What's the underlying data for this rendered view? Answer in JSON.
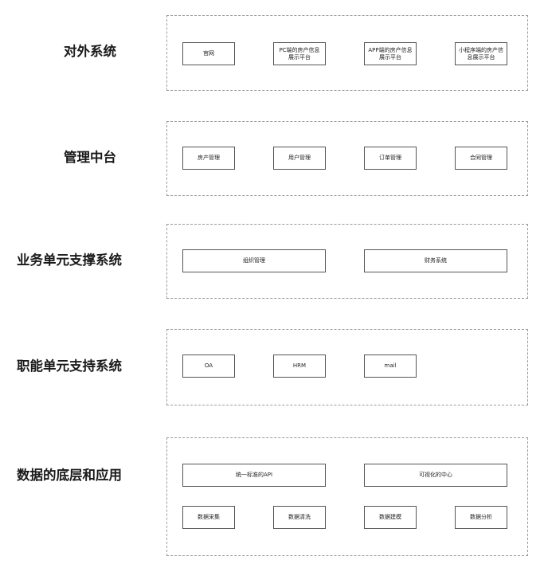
{
  "layers": [
    {
      "label": "对外系统",
      "nodes": [
        "官网",
        "PC端的房产信息展示平台",
        "APP端的房产信息展示平台",
        "小程序端的房产信息展示平台"
      ]
    },
    {
      "label": "管理中台",
      "nodes": [
        "房产管理",
        "用户管理",
        "订单管理",
        "合同管理"
      ]
    },
    {
      "label": "业务单元支撑系统",
      "nodes": [
        "组织管理",
        "财务系统"
      ]
    },
    {
      "label": "职能单元支持系统",
      "nodes": [
        "OA",
        "HRM",
        "mail"
      ]
    },
    {
      "label": "数据的底层和应用",
      "nodes": [
        "统一标准的API",
        "可视化的中心",
        "数据采集",
        "数据清洗",
        "数据建模",
        "数据分析"
      ]
    }
  ]
}
